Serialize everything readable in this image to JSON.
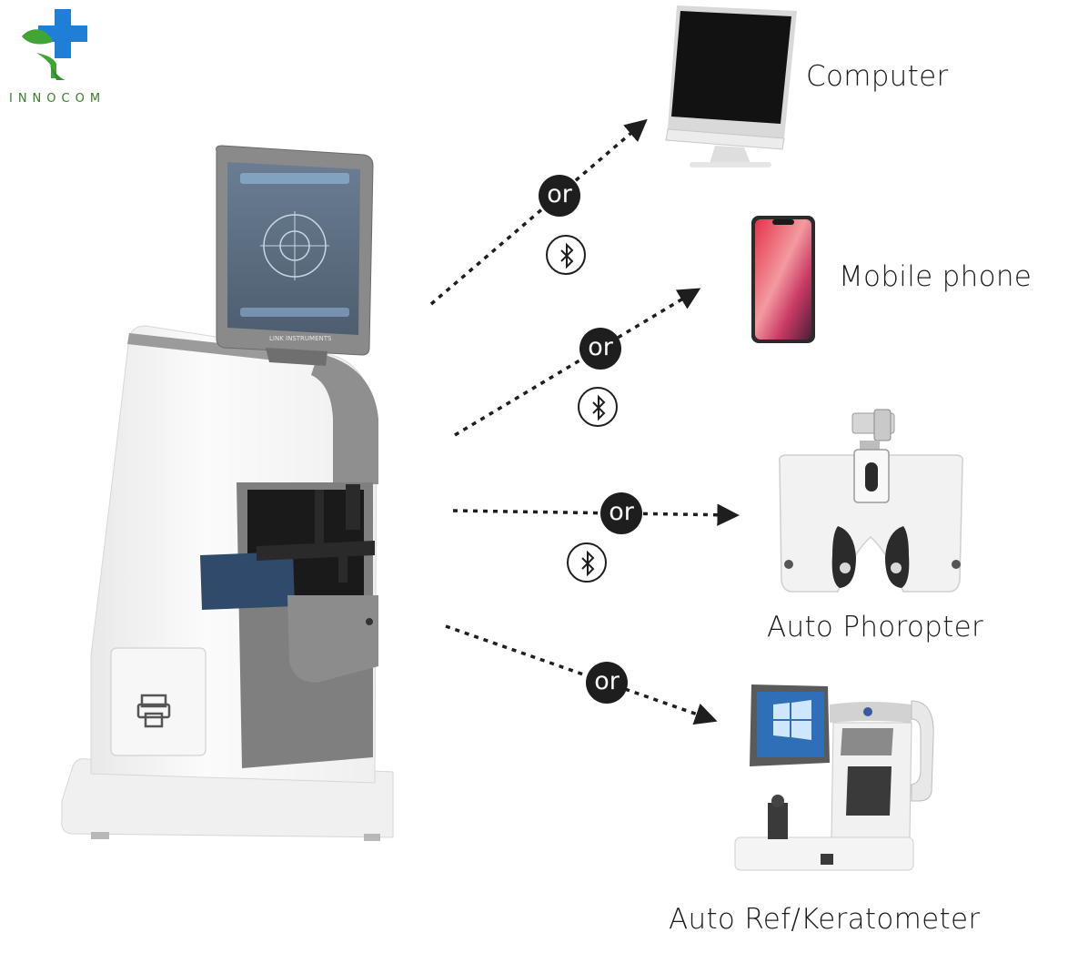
{
  "brand": {
    "name": "INNOCOM",
    "leaf_color": "#3fa535",
    "cross_color": "#1f7fd6"
  },
  "connector_label": "or",
  "targets": [
    {
      "id": "computer",
      "label": "Computer",
      "icon": "computer-icon",
      "bluetooth": true
    },
    {
      "id": "mobile",
      "label": "Mobile phone",
      "icon": "mobile-phone-icon",
      "bluetooth": true
    },
    {
      "id": "phoropter",
      "label": "Auto Phoropter",
      "icon": "auto-phoropter-icon",
      "bluetooth": true
    },
    {
      "id": "keratometer",
      "label": "Auto Ref/Keratometer",
      "icon": "auto-ref-keratometer-icon",
      "bluetooth": false
    }
  ],
  "device": {
    "icon": "lensmeter-icon",
    "screen_brand": "LINK INSTRUMENTS"
  }
}
